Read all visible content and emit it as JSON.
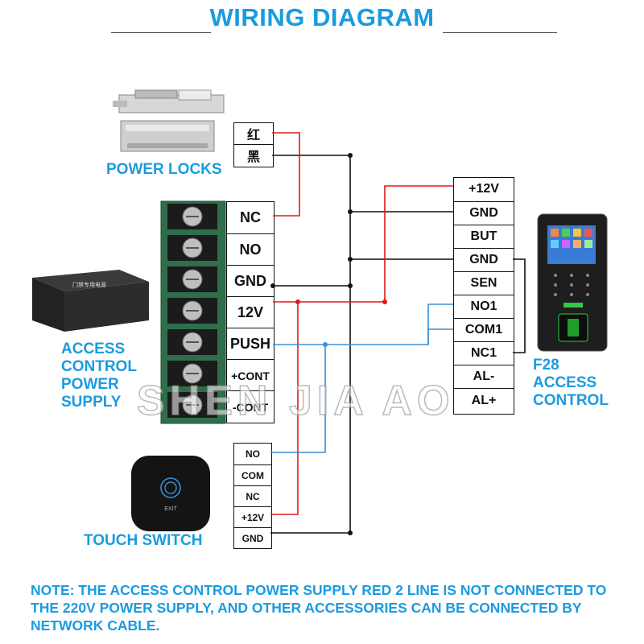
{
  "title": "WIRING DIAGRAM",
  "labels": {
    "power_locks": "POWER LOCKS",
    "access_power": [
      "ACCESS",
      "CONTROL",
      "POWER",
      "SUPPLY"
    ],
    "touch_switch": "TOUCH SWITCH",
    "f28": [
      "F28",
      "ACCESS",
      "CONTROL"
    ],
    "exit": "EXIT"
  },
  "lock_wires": [
    "红",
    "黑"
  ],
  "power_terminals": [
    "NC",
    "NO",
    "GND",
    "12V",
    "PUSH",
    "+CONT",
    "-CONT"
  ],
  "f28_terminals": [
    "+12V",
    "GND",
    "BUT",
    "GND",
    "SEN",
    "NO1",
    "COM1",
    "NC1",
    "AL-",
    "AL+"
  ],
  "switch_terminals": [
    "NO",
    "COM",
    "NC",
    "+12V",
    "GND"
  ],
  "note": "NOTE: THE ACCESS CONTROL POWER SUPPLY RED 2 LINE IS NOT CONNECTED TO THE 220V POWER SUPPLY, AND OTHER ACCESSORIES CAN BE CONNECTED BY NETWORK CABLE.",
  "watermark": "SHEN JIA AO",
  "colors": {
    "accent": "#1a9be0",
    "red_wire": "#e01a1a",
    "black_wire": "#111111",
    "blue_wire": "#3a8fd6"
  }
}
